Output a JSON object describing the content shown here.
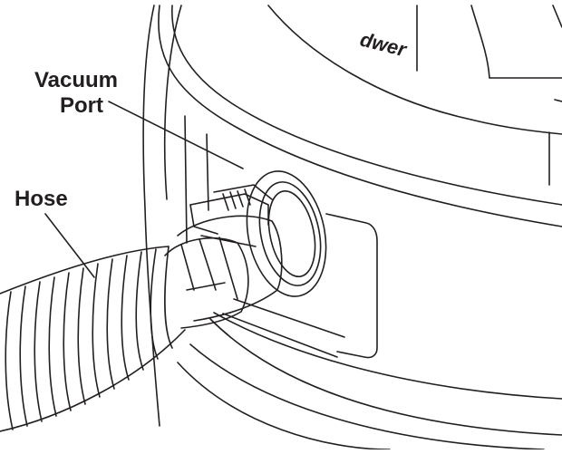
{
  "labels": {
    "vacuum_line1": "Vacuum",
    "vacuum_line2": "Port",
    "hose": "Hose"
  },
  "brand_fragment": "dwer",
  "colors": {
    "ink": "#231f20",
    "background": "#ffffff"
  }
}
